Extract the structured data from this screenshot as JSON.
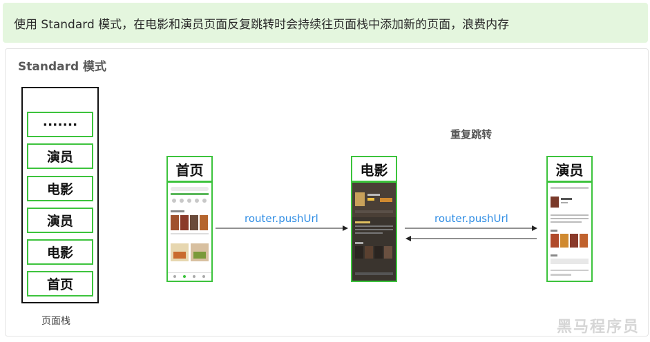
{
  "banner": {
    "text": "使用 Standard 模式，在电影和演员页面反复跳转时会持续往页面栈中添加新的页面，浪费内存"
  },
  "panel": {
    "title": "Standard 模式"
  },
  "stack": {
    "items": [
      "·······",
      "演员",
      "电影",
      "演员",
      "电影",
      "首页"
    ],
    "label": "页面栈"
  },
  "pages": {
    "home": "首页",
    "movie": "电影",
    "actor": "演员"
  },
  "flow": {
    "push1": "router.pushUrl",
    "push2": "router.pushUrl",
    "repeat": "重复跳转"
  },
  "colors": {
    "accent_green": "#3cc33c",
    "link_blue": "#2f8de4",
    "banner_bg": "#e4f6de"
  },
  "watermark": "黑马程序员"
}
